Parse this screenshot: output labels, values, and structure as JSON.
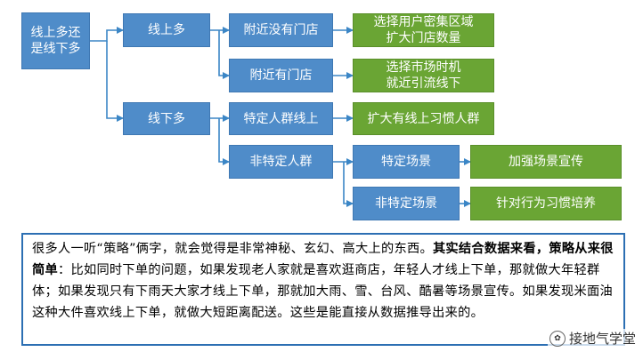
{
  "nodes": {
    "root": "线上多还\n是线下多",
    "online_more": "线上多",
    "offline_more": "线下多",
    "no_store_nearby": "附近没有门店",
    "store_nearby": "附近有门店",
    "specific_crowd_online": "特定人群线上",
    "non_specific_crowd": "非特定人群",
    "choose_dense_area": "选择用户密集区域\n扩大门店数量",
    "choose_market_timing": "选择市场时机\n就近引流线下",
    "expand_online_habit": "扩大有线上习惯人群",
    "specific_scene": "特定场景",
    "non_specific_scene": "非特定场景",
    "strengthen_scene_promo": "加强场景宣传",
    "cultivate_habit": "针对行为习惯培养"
  },
  "note": {
    "part1": "很多人一听“策略”俩字，就会觉得是非常神秘、玄幻、高大上的东西。",
    "bold": "其实结合数据来看，策略从来很简单",
    "part2": "：比如同时下单的问题，如果发现老人家就是喜欢逛商店，年轻人才线上下单，那就做大年轻群体；如果发现只有下雨天大家才线上下单，那就加大雨、雪、台风、酷暑等场景宣传。如果发现米面油这种大件喜欢线上下单，就做大短距离配送。这些是能直接从数据推导出来的。"
  },
  "watermark": "接地气学堂",
  "colors": {
    "blue": "#4f8cc9",
    "green": "#6aa534",
    "arrow": "#3b86c6",
    "note_border": "#2c6fb3"
  }
}
